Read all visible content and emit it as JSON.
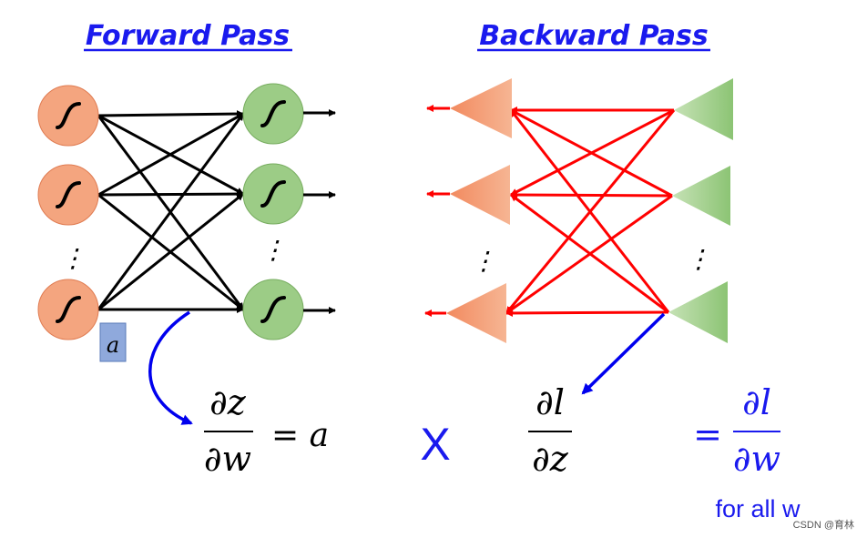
{
  "titles": {
    "forward": "Forward Pass",
    "backward": "Backward Pass"
  },
  "forward": {
    "activation_label": "a",
    "dots": "⋮",
    "equation": {
      "numerator": "∂z",
      "denominator": "∂w",
      "rhs": "= a"
    }
  },
  "backward": {
    "dots": "⋮",
    "equation": {
      "numerator": "∂l",
      "denominator": "∂z"
    },
    "result": {
      "equals": "=",
      "numerator": "∂l",
      "denominator": "∂w"
    },
    "note": "for all w"
  },
  "operator": "X",
  "watermark": "CSDN @育林",
  "colors": {
    "title_blue": "#1a1aee",
    "orange_node": "#f4a57f",
    "green_node": "#9ccc86",
    "forward_edges": "#000000",
    "backward_edges": "#ff0000",
    "annotation_arrow": "#0000ee",
    "label_box": "#8fa9dc"
  },
  "icons": [
    "sigmoid-icon",
    "triangle-icon",
    "arrow-icon"
  ]
}
